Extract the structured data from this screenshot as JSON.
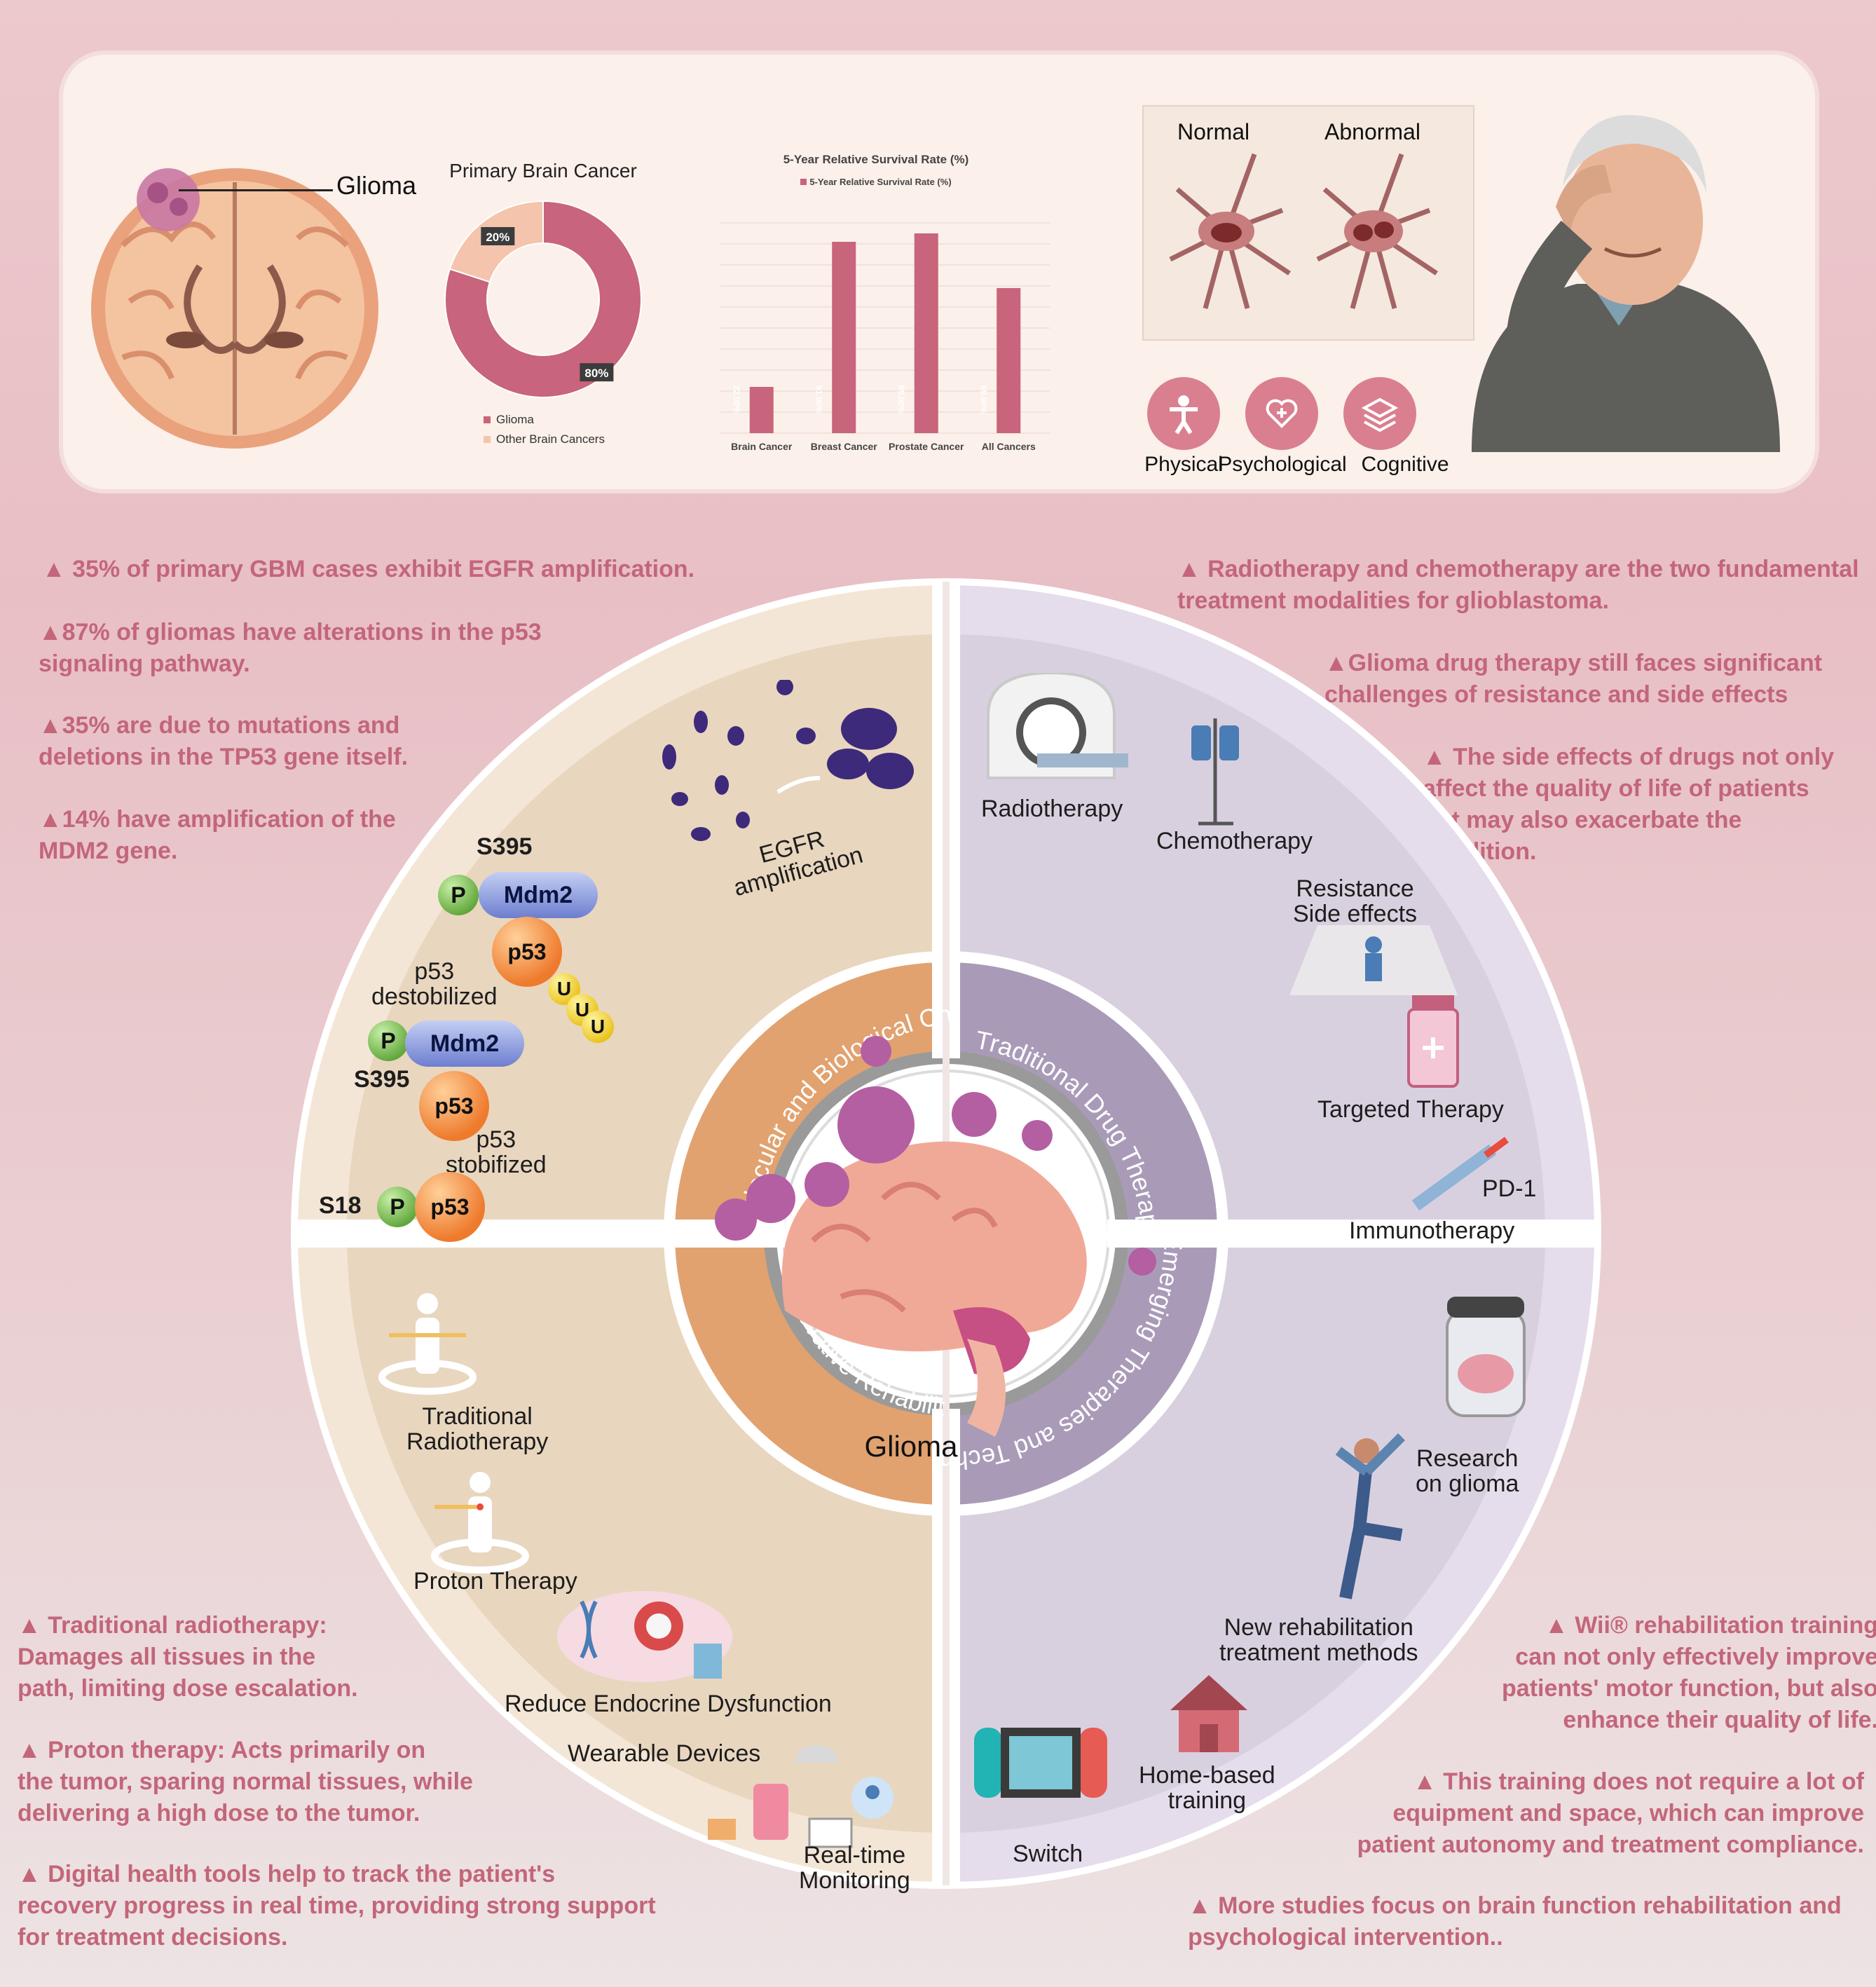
{
  "banner": {
    "glioma_label": "Glioma",
    "pie": {
      "title": "Primary Brain Cancer",
      "slices": [
        {
          "label": "Glioma",
          "pct_text": "80%",
          "value": 80,
          "color": "#c8647b"
        },
        {
          "label": "Other Brain Cancers",
          "pct_text": "20%",
          "value": 20,
          "color": "#f4c4ac"
        }
      ]
    },
    "bar": {
      "title": "5-Year Relative Survival Rate (%)",
      "legend": "5-Year Relative Survival Rate (%)",
      "categories": [
        "Brain Cancer",
        "Breast Cancer",
        "Prostate Cancer",
        "All Cancers"
      ],
      "values": [
        22,
        91,
        95,
        69
      ],
      "value_labels": [
        "22.00%",
        "91.00%",
        "95.00%",
        "69.00%"
      ],
      "color": "#c8647b"
    },
    "cells": {
      "normal": "Normal",
      "abnormal": "Abnormal"
    },
    "impacts": [
      "Physical",
      "Psychological",
      "Cognitive"
    ]
  },
  "notes": {
    "left_top": [
      "▲ 35% of primary GBM cases exhibit EGFR amplification.",
      "▲87% of gliomas have alterations in the p53\nsignaling pathway.",
      "▲35% are due to mutations and\ndeletions in the TP53 gene itself.",
      "▲14% have amplification of the\nMDM2 gene."
    ],
    "right_top": [
      "▲ Radiotherapy and chemotherapy are the two fundamental\ntreatment modalities for glioblastoma.",
      "▲Glioma drug therapy still faces significant\nchallenges of resistance and side effects",
      "▲ The side effects of drugs not only\naffect the quality of life of patients\nbut may also exacerbate the\ncondition."
    ],
    "left_bottom": [
      "▲ Traditional radiotherapy:\nDamages all tissues in the\npath, limiting dose escalation.",
      "▲ Proton therapy: Acts primarily on\nthe tumor, sparing normal tissues, while\ndelivering a high dose to the tumor.",
      "▲ Digital health tools help to track the patient's\nrecovery progress in real time, providing strong support\nfor treatment decisions."
    ],
    "right_bottom": [
      "▲ Wii® rehabilitation training\ncan not only effectively improve\npatients' motor function, but also\nenhance their quality of life.",
      "▲ This training does not require a lot of\nequipment and space, which can improve\npatient autonomy and treatment compliance.",
      "▲ More studies focus on brain function rehabilitation and\npsychological intervention.."
    ]
  },
  "wheel": {
    "center": "Glioma",
    "ring": {
      "tl": "Molecular and Biological Characteristics",
      "tr": "Traditional Drug Therapy Strategies",
      "br": "Emerging Therapies and Technologies",
      "bl": "Innovative Rehabilitation"
    },
    "tl": {
      "egfr": "EGFR\namplification",
      "s395a": "S395",
      "s395b": "S395",
      "s18": "S18",
      "p": "P",
      "mdm2": "Mdm2",
      "p53": "p53",
      "u": "U",
      "destab": "p53\ndestobilized",
      "stab": "p53\nstobifized"
    },
    "tr": {
      "radio": "Radiotherapy",
      "chemo": "Chemotherapy",
      "resist": "Resistance\nSide effects",
      "targeted": "Targeted Therapy",
      "pd1": "PD-1",
      "immuno": "Immunotherapy"
    },
    "br": {
      "research": "Research\non glioma",
      "newrehab": "New rehabilitation\ntreatment methods",
      "home": "Home-based\ntraining",
      "switch": "Switch"
    },
    "bl": {
      "tradradio": "Traditional\nRadiotherapy",
      "proton": "Proton Therapy",
      "endo": "Reduce Endocrine Dysfunction",
      "wear": "Wearable Devices",
      "realtime": "Real-time\nMonitoring"
    }
  }
}
